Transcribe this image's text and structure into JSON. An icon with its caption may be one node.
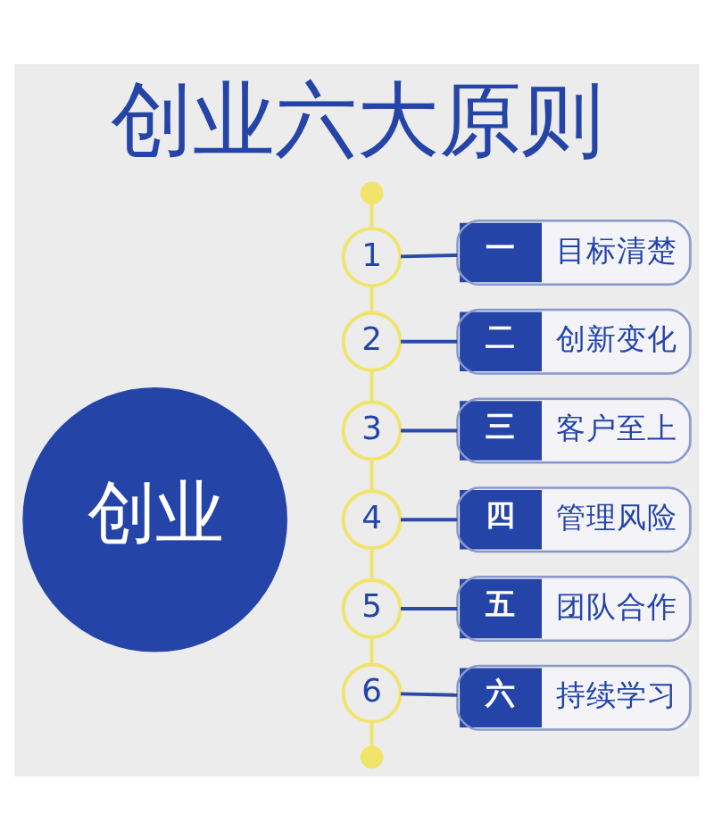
{
  "diagram": {
    "title": "创业六大原则",
    "nodes": [
      {
        "text": [
          "创业"
        ]
      },
      {
        "text": [],
        "shape": "circle"
      },
      {
        "text": [
          "1"
        ]
      },
      {
        "text": [
          "2"
        ]
      },
      {
        "text": [
          "3"
        ]
      },
      {
        "text": [
          "4"
        ]
      },
      {
        "text": [
          "5"
        ]
      },
      {
        "text": [
          "6"
        ]
      },
      {
        "text": [],
        "shape": "circle"
      },
      {
        "text": [
          "一",
          "目标清楚"
        ]
      },
      {
        "text": [
          "二",
          "创新变化"
        ]
      },
      {
        "text": [
          "三",
          "客户至上"
        ]
      },
      {
        "text": [
          "四",
          "管理风险"
        ]
      },
      {
        "text": [
          "五",
          "团队合作"
        ]
      },
      {
        "text": [
          "六",
          "持续学习"
        ]
      }
    ],
    "edges": [
      {
        "from": 1,
        "to": 2,
        "arrow": "none"
      },
      {
        "from": 2,
        "to": 3,
        "arrow": "none"
      },
      {
        "from": 3,
        "to": 4,
        "arrow": "none"
      },
      {
        "from": 4,
        "to": 5,
        "arrow": "none"
      },
      {
        "from": 5,
        "to": 6,
        "arrow": "none"
      },
      {
        "from": 6,
        "to": 7,
        "arrow": "none"
      },
      {
        "from": 7,
        "to": 8,
        "arrow": "none"
      },
      {
        "from": 2,
        "to": 9,
        "arrow": "none",
        "color": "#2b4aa8"
      },
      {
        "from": 3,
        "to": 10,
        "arrow": "none",
        "color": "#2b4aa8"
      },
      {
        "from": 4,
        "to": 11,
        "arrow": "none",
        "color": "#2b4aa8"
      },
      {
        "from": 5,
        "to": 12,
        "arrow": "none",
        "color": "#2b4aa8"
      },
      {
        "from": 6,
        "to": 13,
        "arrow": "none",
        "color": "#2b4aa8"
      },
      {
        "from": 7,
        "to": 14,
        "arrow": "none",
        "color": "#2b4aa8"
      }
    ]
  }
}
